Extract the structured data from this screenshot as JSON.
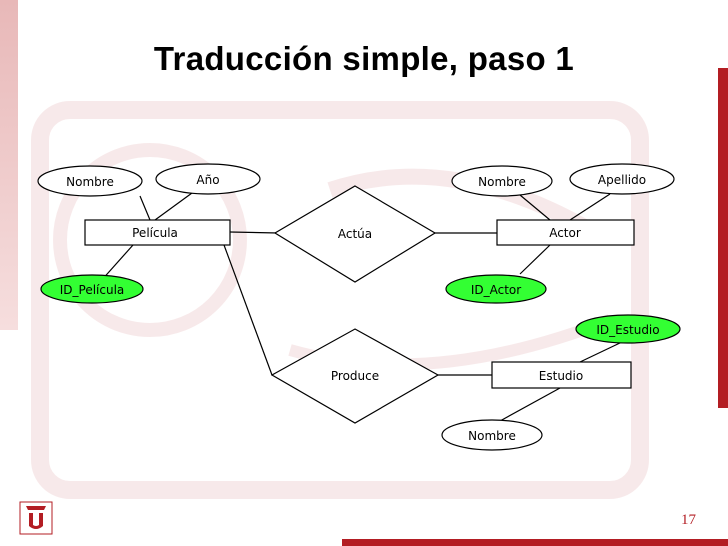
{
  "slide": {
    "title": "Traducción simple, paso 1",
    "page_number": "17"
  },
  "colors": {
    "key_attribute_fill": "#33ff33",
    "attribute_fill": "#ffffff",
    "accent": "#b31d23"
  },
  "diagram": {
    "entities": [
      {
        "id": "pelicula",
        "label": "Película"
      },
      {
        "id": "actor",
        "label": "Actor"
      },
      {
        "id": "estudio",
        "label": "Estudio"
      }
    ],
    "relationships": [
      {
        "id": "actua",
        "label": "Actúa",
        "connects": [
          "pelicula",
          "actor"
        ]
      },
      {
        "id": "produce",
        "label": "Produce",
        "connects": [
          "pelicula",
          "estudio"
        ]
      }
    ],
    "attributes": [
      {
        "id": "pelicula-nombre",
        "label": "Nombre",
        "entity": "pelicula",
        "key": false
      },
      {
        "id": "pelicula-ano",
        "label": "Año",
        "entity": "pelicula",
        "key": false
      },
      {
        "id": "pelicula-id",
        "label": "ID_Película",
        "entity": "pelicula",
        "key": true
      },
      {
        "id": "actor-nombre",
        "label": "Nombre",
        "entity": "actor",
        "key": false
      },
      {
        "id": "actor-apellido",
        "label": "Apellido",
        "entity": "actor",
        "key": false
      },
      {
        "id": "actor-id",
        "label": "ID_Actor",
        "entity": "actor",
        "key": true
      },
      {
        "id": "estudio-id",
        "label": "ID_Estudio",
        "entity": "estudio",
        "key": true
      },
      {
        "id": "estudio-nombre",
        "label": "Nombre",
        "entity": "estudio",
        "key": false
      }
    ]
  }
}
